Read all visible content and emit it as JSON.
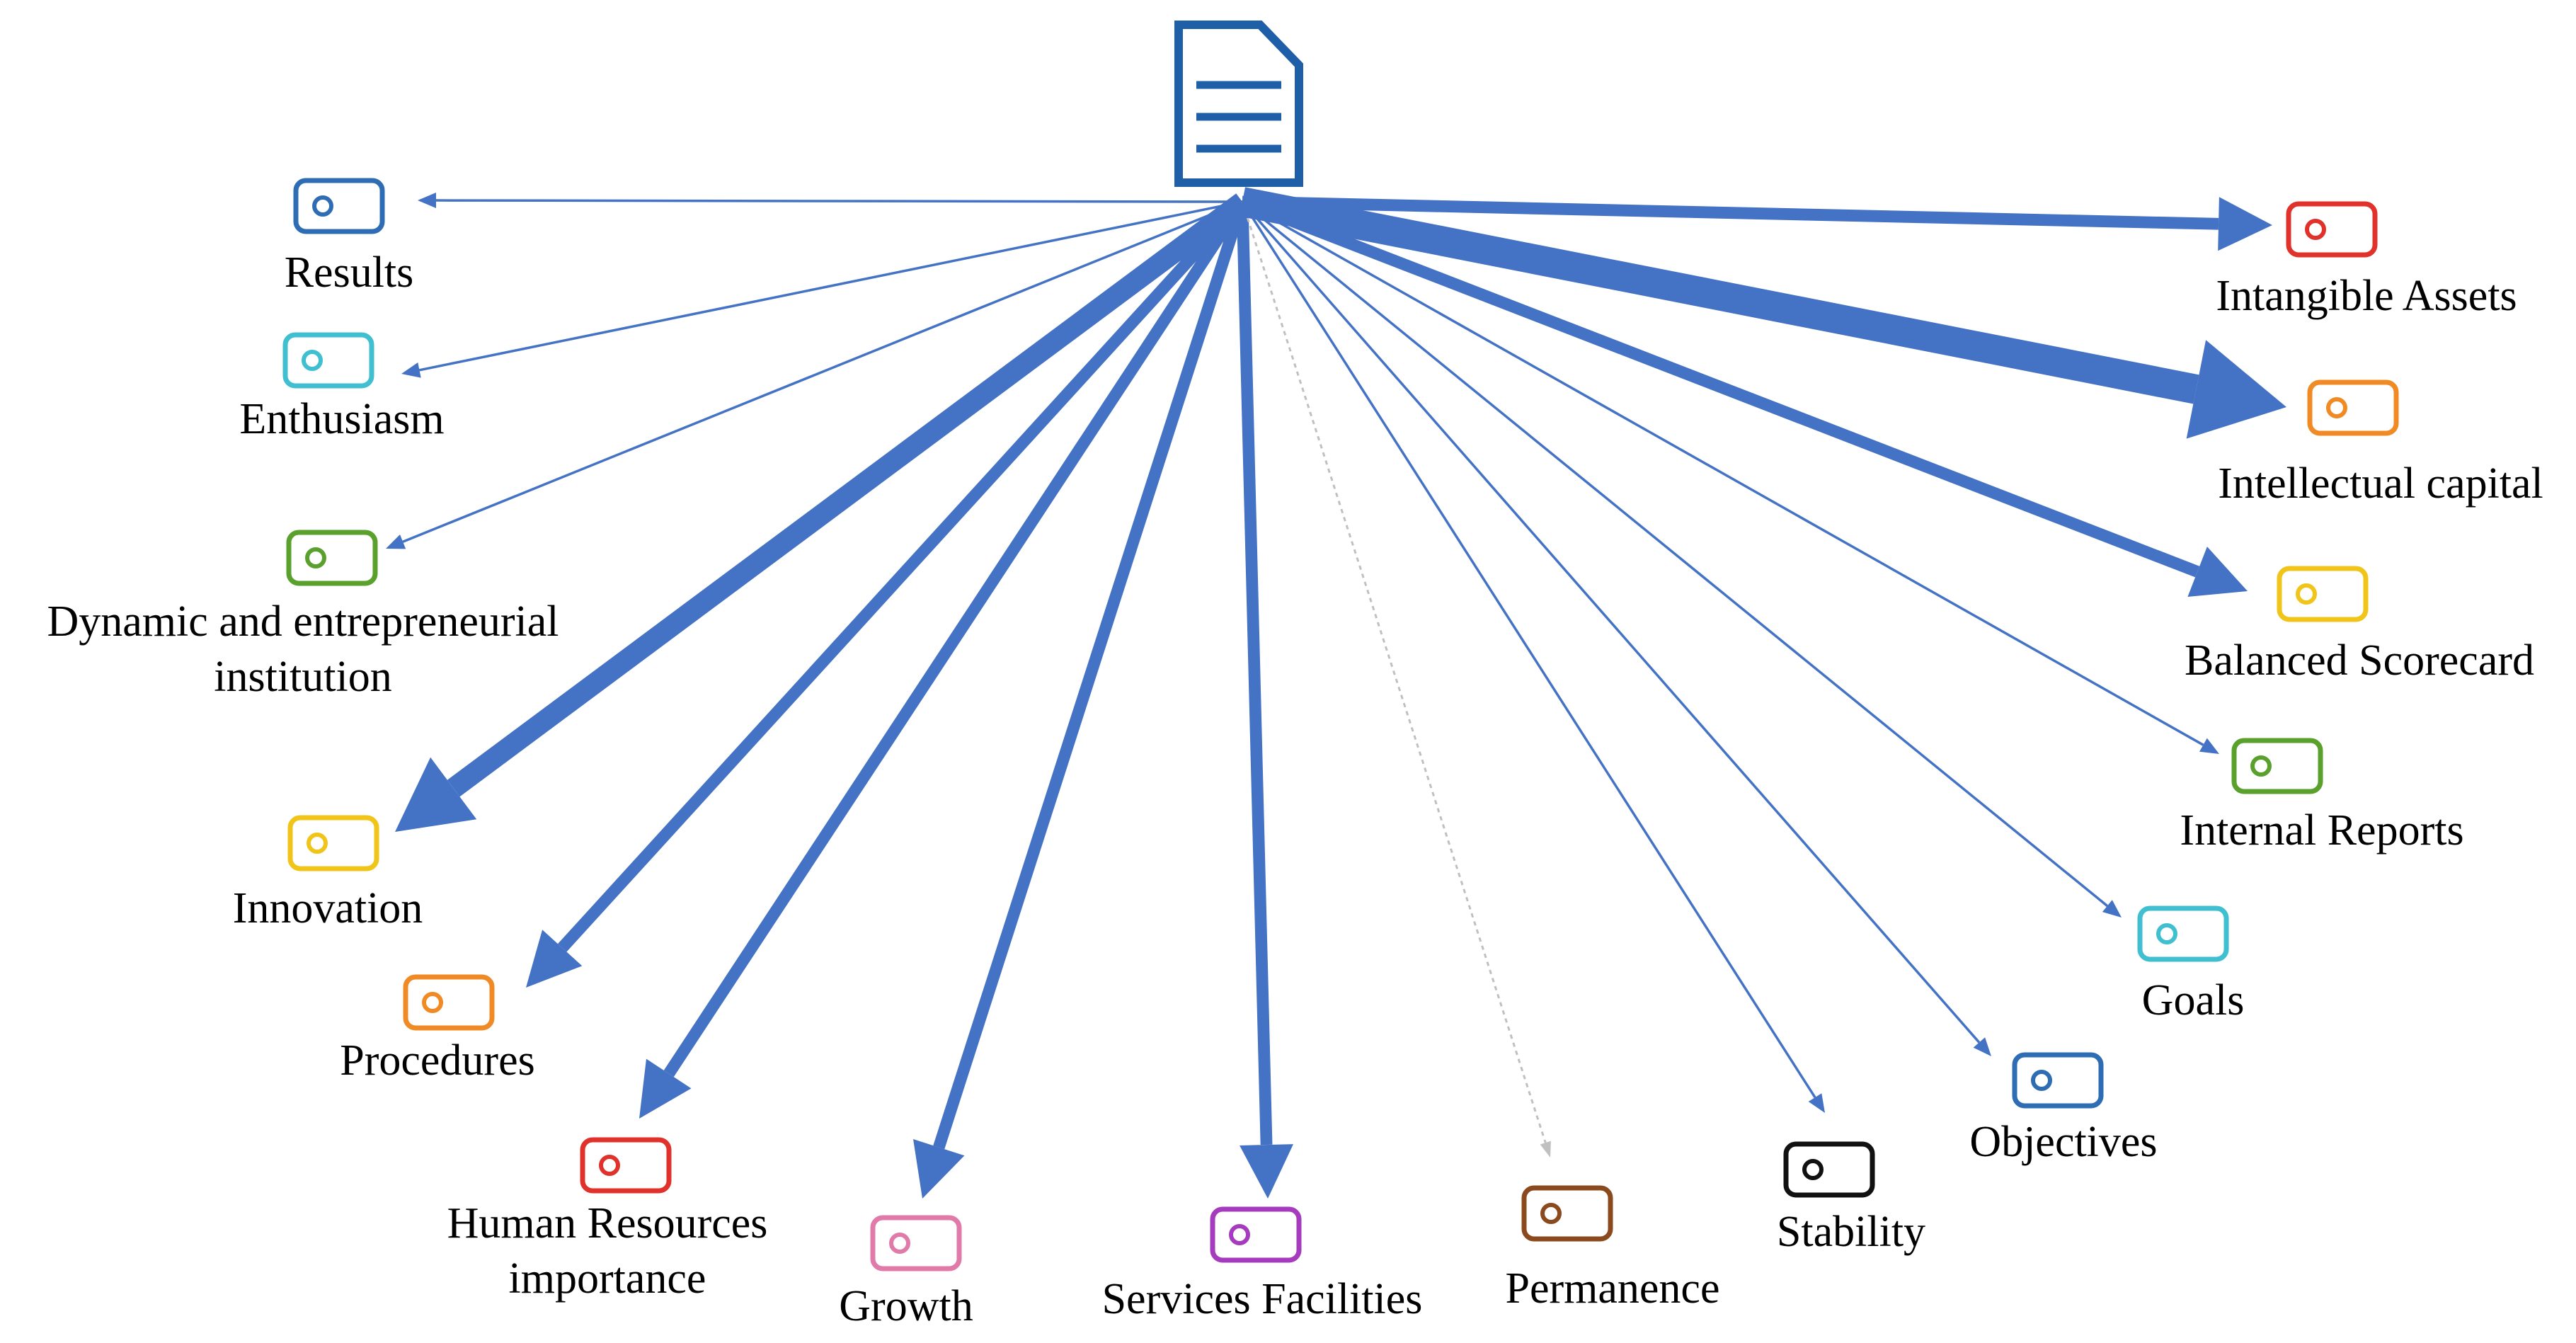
{
  "document_icon": {
    "icon": "document-icon",
    "color": "#1f5fa8"
  },
  "edge_color": "#4472c4",
  "faint_edge_color": "#c0c0c0",
  "nodes": [
    {
      "id": "results",
      "lines": [
        "Results"
      ],
      "color": "#2e6db4",
      "weight": 1,
      "icon": "tag-icon"
    },
    {
      "id": "enthusiasm",
      "lines": [
        "Enthusiasm"
      ],
      "color": "#3fbfcf",
      "weight": 1,
      "icon": "tag-icon"
    },
    {
      "id": "dynamic",
      "lines": [
        "Dynamic and entrepreneurial",
        "institution"
      ],
      "color": "#5aa02c",
      "weight": 1,
      "icon": "tag-icon"
    },
    {
      "id": "innovation",
      "lines": [
        "Innovation"
      ],
      "color": "#f0c419",
      "weight": 7,
      "icon": "tag-icon"
    },
    {
      "id": "procedures",
      "lines": [
        "Procedures"
      ],
      "color": "#f08a24",
      "weight": 4,
      "icon": "tag-icon"
    },
    {
      "id": "hr",
      "lines": [
        "Human Resources",
        "importance"
      ],
      "color": "#e0312b",
      "weight": 4,
      "icon": "tag-icon"
    },
    {
      "id": "growth",
      "lines": [
        "Growth"
      ],
      "color": "#e07aa8",
      "weight": 4,
      "icon": "tag-icon"
    },
    {
      "id": "services",
      "lines": [
        "Services Facilities"
      ],
      "color": "#a63bbd",
      "weight": 4,
      "icon": "tag-icon"
    },
    {
      "id": "permanence",
      "lines": [
        "Permanence"
      ],
      "color": "#8b4a1e",
      "weight": 0,
      "icon": "tag-icon"
    },
    {
      "id": "stability",
      "lines": [
        "Stability"
      ],
      "color": "#111111",
      "weight": 1,
      "icon": "tag-icon"
    },
    {
      "id": "objectives",
      "lines": [
        "Objectives"
      ],
      "color": "#2e6db4",
      "weight": 1,
      "icon": "tag-icon"
    },
    {
      "id": "goals",
      "lines": [
        "Goals"
      ],
      "color": "#3fbfcf",
      "weight": 1,
      "icon": "tag-icon"
    },
    {
      "id": "internal",
      "lines": [
        "Internal Reports"
      ],
      "color": "#5aa02c",
      "weight": 1,
      "icon": "tag-icon"
    },
    {
      "id": "balanced",
      "lines": [
        "Balanced Scorecard"
      ],
      "color": "#f0c419",
      "weight": 4,
      "icon": "tag-icon"
    },
    {
      "id": "intellectual",
      "lines": [
        "Intellectual capital"
      ],
      "color": "#f08a24",
      "weight": 10,
      "icon": "tag-icon"
    },
    {
      "id": "intangible",
      "lines": [
        "Intangible Assets"
      ],
      "color": "#e0312b",
      "weight": 4,
      "icon": "tag-icon"
    }
  ]
}
